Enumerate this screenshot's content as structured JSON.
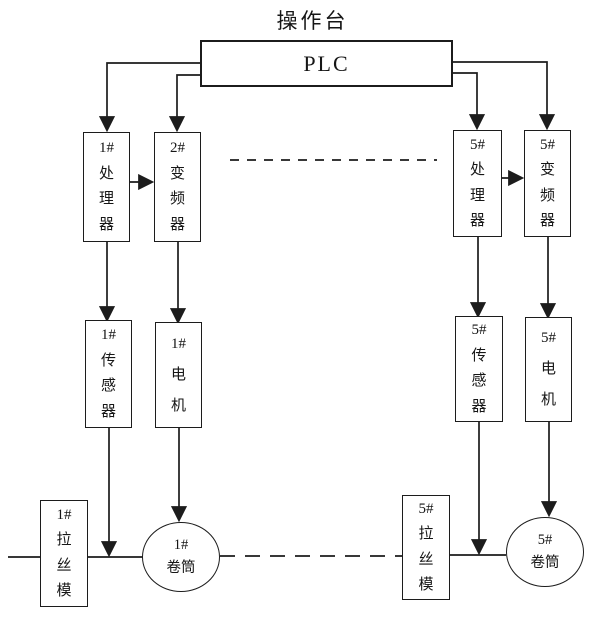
{
  "title": "操作台",
  "plc": {
    "label": "PLC"
  },
  "nodes": {
    "processor1": {
      "label": "1#\n处\n理\n器"
    },
    "inverter2": {
      "label": "2#\n变\n频\n器"
    },
    "processor5": {
      "label": "5#\n处\n理\n器"
    },
    "inverter5": {
      "label": "5#\n变\n频\n器"
    },
    "sensor1": {
      "label": "1#\n传\n感\n器"
    },
    "motor1": {
      "label": "1#\n电\n机"
    },
    "sensor5": {
      "label": "5#\n传\n感\n器"
    },
    "motor5": {
      "label": "5#\n电\n机"
    },
    "die1": {
      "label": "1#\n拉\n丝\n模"
    },
    "drum1": {
      "label": "1#\n卷筒"
    },
    "die5": {
      "label": "5#\n拉\n丝\n模"
    },
    "drum5": {
      "label": "5#\n卷筒"
    }
  },
  "colors": {
    "line": "#1c1c1c",
    "background": "#ffffff"
  }
}
